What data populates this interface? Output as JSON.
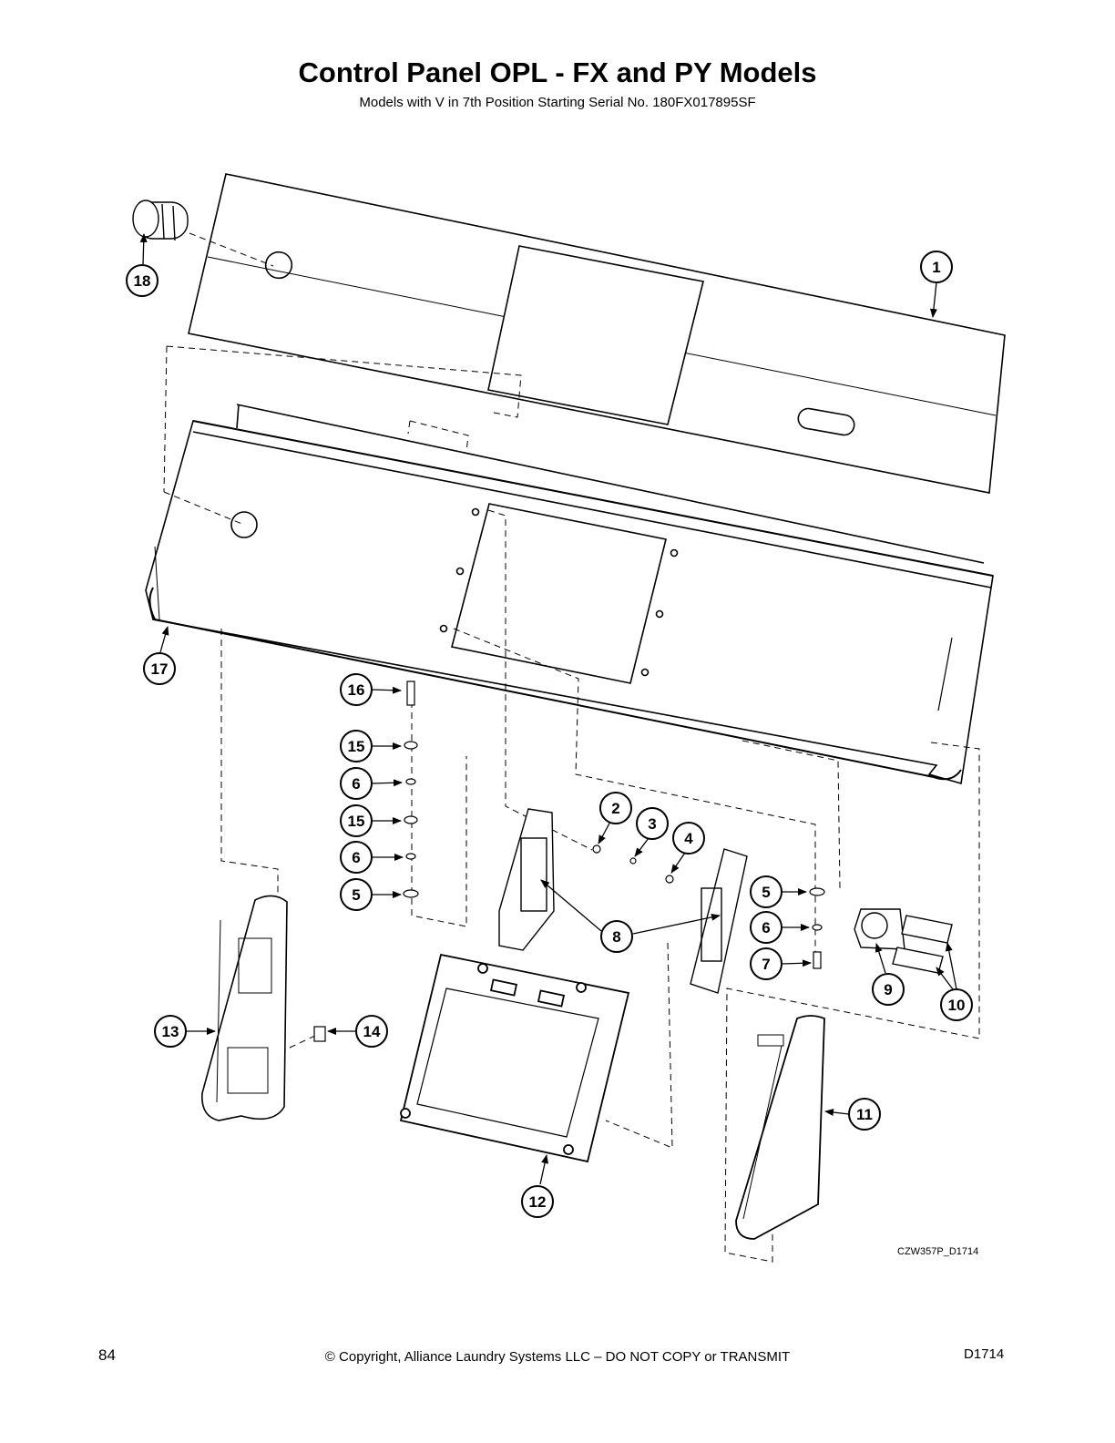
{
  "title": "Control Panel OPL - FX and PY Models",
  "subtitle": "Models with V in 7th Position Starting Serial No. 180FX017895SF",
  "drawing_code": "CZW357P_D1714",
  "footer": {
    "page_number": "84",
    "copyright": "© Copyright, Alliance Laundry Systems LLC – DO NOT COPY or TRANSMIT",
    "doc_id": "D1714"
  },
  "callouts": [
    {
      "id": "callout-1",
      "label": "1"
    },
    {
      "id": "callout-2",
      "label": "2"
    },
    {
      "id": "callout-3",
      "label": "3"
    },
    {
      "id": "callout-4",
      "label": "4"
    },
    {
      "id": "callout-5a",
      "label": "5"
    },
    {
      "id": "callout-5b",
      "label": "5"
    },
    {
      "id": "callout-6a",
      "label": "6"
    },
    {
      "id": "callout-6b",
      "label": "6"
    },
    {
      "id": "callout-6c",
      "label": "6"
    },
    {
      "id": "callout-7",
      "label": "7"
    },
    {
      "id": "callout-8",
      "label": "8"
    },
    {
      "id": "callout-9",
      "label": "9"
    },
    {
      "id": "callout-10",
      "label": "10"
    },
    {
      "id": "callout-11",
      "label": "11"
    },
    {
      "id": "callout-12",
      "label": "12"
    },
    {
      "id": "callout-13",
      "label": "13"
    },
    {
      "id": "callout-14",
      "label": "14"
    },
    {
      "id": "callout-15a",
      "label": "15"
    },
    {
      "id": "callout-15b",
      "label": "15"
    },
    {
      "id": "callout-16",
      "label": "16"
    },
    {
      "id": "callout-17",
      "label": "17"
    },
    {
      "id": "callout-18",
      "label": "18"
    }
  ]
}
